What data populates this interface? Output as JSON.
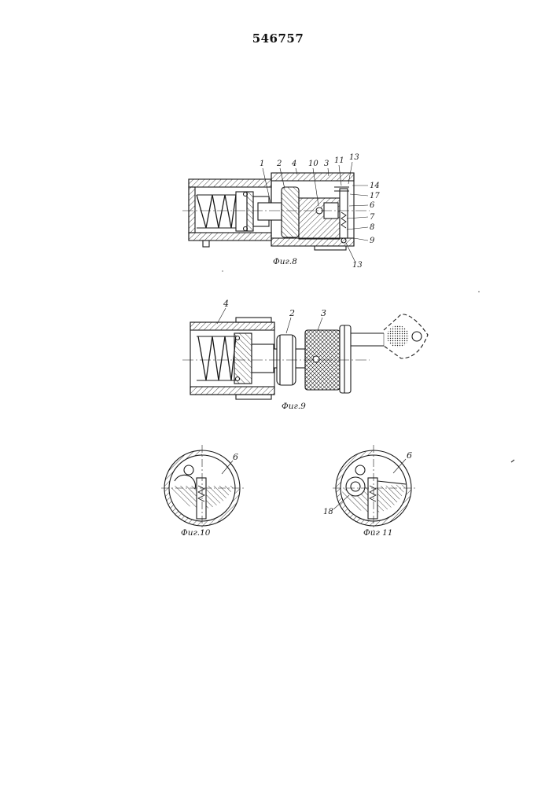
{
  "patent_number": "546757",
  "fig8": {
    "caption": "Фиг.8",
    "labels": {
      "l1": "1",
      "l2": "2",
      "l4": "4",
      "l10": "10",
      "l3": "3",
      "l11": "11",
      "l13a": "13",
      "l14": "14",
      "l17": "17",
      "l6": "6",
      "l7": "7",
      "l8": "8",
      "l9": "9",
      "l13b": "13"
    }
  },
  "fig9": {
    "caption": "Фиг.9",
    "labels": {
      "l4": "4",
      "l2": "2",
      "l3": "3"
    }
  },
  "fig10": {
    "caption": "Фиг.10",
    "labels": {
      "l6": "6"
    }
  },
  "fig11": {
    "caption": "Фиг 11",
    "labels": {
      "l6": "6",
      "l18": "18"
    }
  },
  "colors": {
    "ink": "#1a1a1a",
    "paper": "#ffffff"
  }
}
